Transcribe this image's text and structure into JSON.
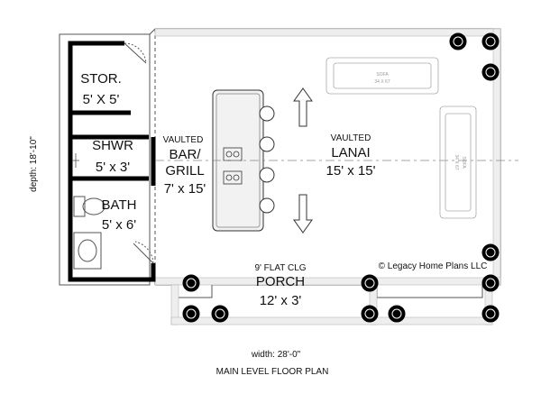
{
  "rooms": {
    "stor": {
      "name": "STOR.",
      "size": "5' X 5'"
    },
    "shwr": {
      "name": "SHWR",
      "size": "5' x 3'"
    },
    "bath": {
      "name": "BATH",
      "size": "5' x 6'"
    },
    "bar": {
      "note": "VAULTED",
      "name_line1": "BAR/",
      "name_line2": "GRILL",
      "size": "7' x 15'"
    },
    "lanai": {
      "note": "VAULTED",
      "name": "LANAI",
      "size": "15' x 15'"
    },
    "porch": {
      "note": "9' FLAT CLG",
      "name": "PORCH",
      "size": "12' x 3'"
    }
  },
  "furniture": {
    "sofa_top": "SOFA",
    "sofa_top_size": "34 X 67",
    "sofa_right": "SOFA",
    "sofa_right_size": "34 X 67"
  },
  "dimensions": {
    "depth": "depth: 18'-10\"",
    "width": "width: 28'-0\""
  },
  "caption": "MAIN LEVEL FLOOR PLAN",
  "copyright": "© Legacy Home Plans LLC"
}
